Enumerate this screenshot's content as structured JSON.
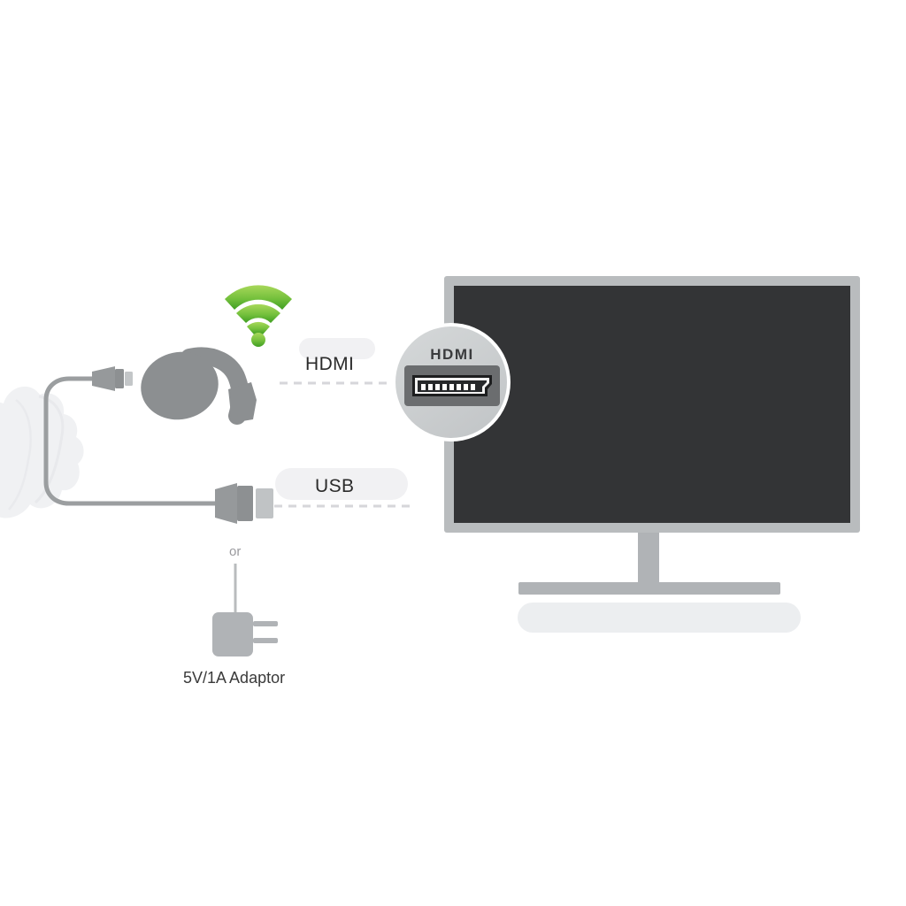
{
  "diagram": {
    "title": "Wireless display dongle connection diagram",
    "background_color": "#ffffff"
  },
  "labels": {
    "hdmi": "HDMI",
    "usb": "USB",
    "or": "or",
    "adaptor": "5V/1A Adaptor",
    "port_marking": "HDMI"
  },
  "colors": {
    "device_gray": "#8c8f91",
    "tv_bezel": "#b9bcbe",
    "tv_screen": "#333436",
    "tv_stand": "#b0b3b6",
    "shadow_bar": "#eceef0",
    "pill_bg": "#f1f1f3",
    "dash_line": "#d9d9dc",
    "cable_gray": "#9b9ea0",
    "wifi_green_light": "#9ed34a",
    "wifi_green_dark": "#4fae2e",
    "magnifier_fill": "#c9cccd",
    "magnifier_ring": "#ffffff",
    "port_body": "#6b6d6f",
    "cloud_gray": "#f0f1f3",
    "text_dark": "#2b2b2b",
    "text_muted": "#9a9a9e"
  },
  "elements": {
    "tv": "television-display",
    "dongle": "wireless-display-dongle",
    "wifi": "wifi-signal-icon",
    "magnifier": "hdmi-port-magnifier",
    "usb_plug": "usb-a-connector",
    "micro_usb_plug": "micro-usb-connector",
    "adaptor": "power-adaptor",
    "cloud": "cloud-shape"
  }
}
